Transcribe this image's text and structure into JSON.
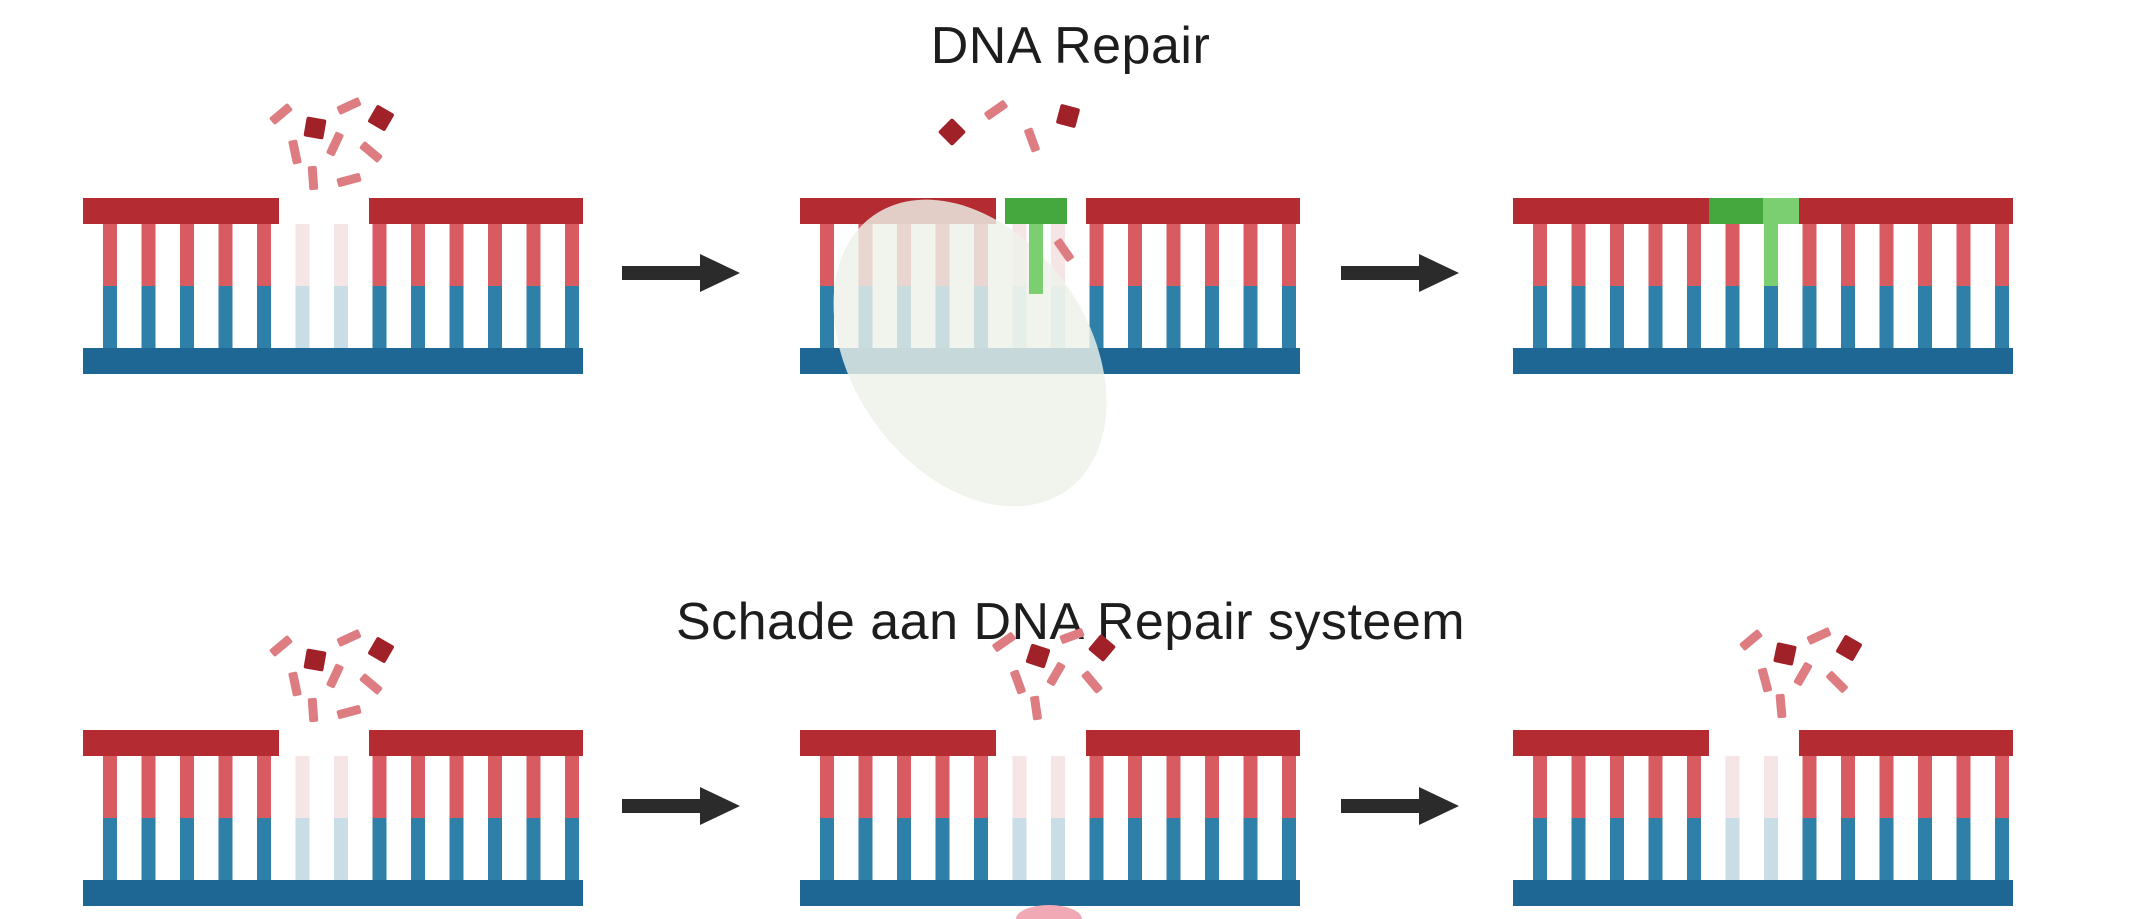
{
  "diagram": {
    "subject": "DNA repair process comparison"
  },
  "rows": [
    {
      "title": "DNA Repair",
      "panels": [
        {
          "name": "dna-damaged",
          "state": "damaged",
          "fragments": "cluster-a",
          "enzyme": false
        },
        {
          "name": "dna-repairing",
          "state": "repairing",
          "fragments": "few",
          "enzyme": true
        },
        {
          "name": "dna-repaired",
          "state": "repaired",
          "fragments": "none",
          "enzyme": false
        }
      ]
    },
    {
      "title": "Schade aan DNA Repair systeem",
      "panels": [
        {
          "name": "dna-damaged",
          "state": "damaged",
          "fragments": "cluster-a",
          "enzyme": false
        },
        {
          "name": "dna-damaged",
          "state": "damaged",
          "fragments": "cluster-b",
          "enzyme": false
        },
        {
          "name": "dna-damaged",
          "state": "damaged",
          "fragments": "cluster-c",
          "enzyme": false
        }
      ]
    }
  ],
  "colors": {
    "background": "#ffffff",
    "title_text": "#1d1d1d",
    "arrow": "#2b2b2b",
    "dna_top_bar": "#b42c31",
    "dna_top_tooth": "#d75b60",
    "dna_bottom_tooth": "#2f80a9",
    "dna_bottom_bar": "#1e6694",
    "dna_faded_tooth": "#c9dde6",
    "dna_ghost_tooth": "#eecfd0",
    "fragment_dark": "#a02128",
    "fragment_light": "#dd7d82",
    "enzyme_fill": "#edf2e9",
    "repair_green": "#45a83e",
    "repair_green_light": "#7ccf70",
    "blob_pink": "#f2a9b6"
  }
}
